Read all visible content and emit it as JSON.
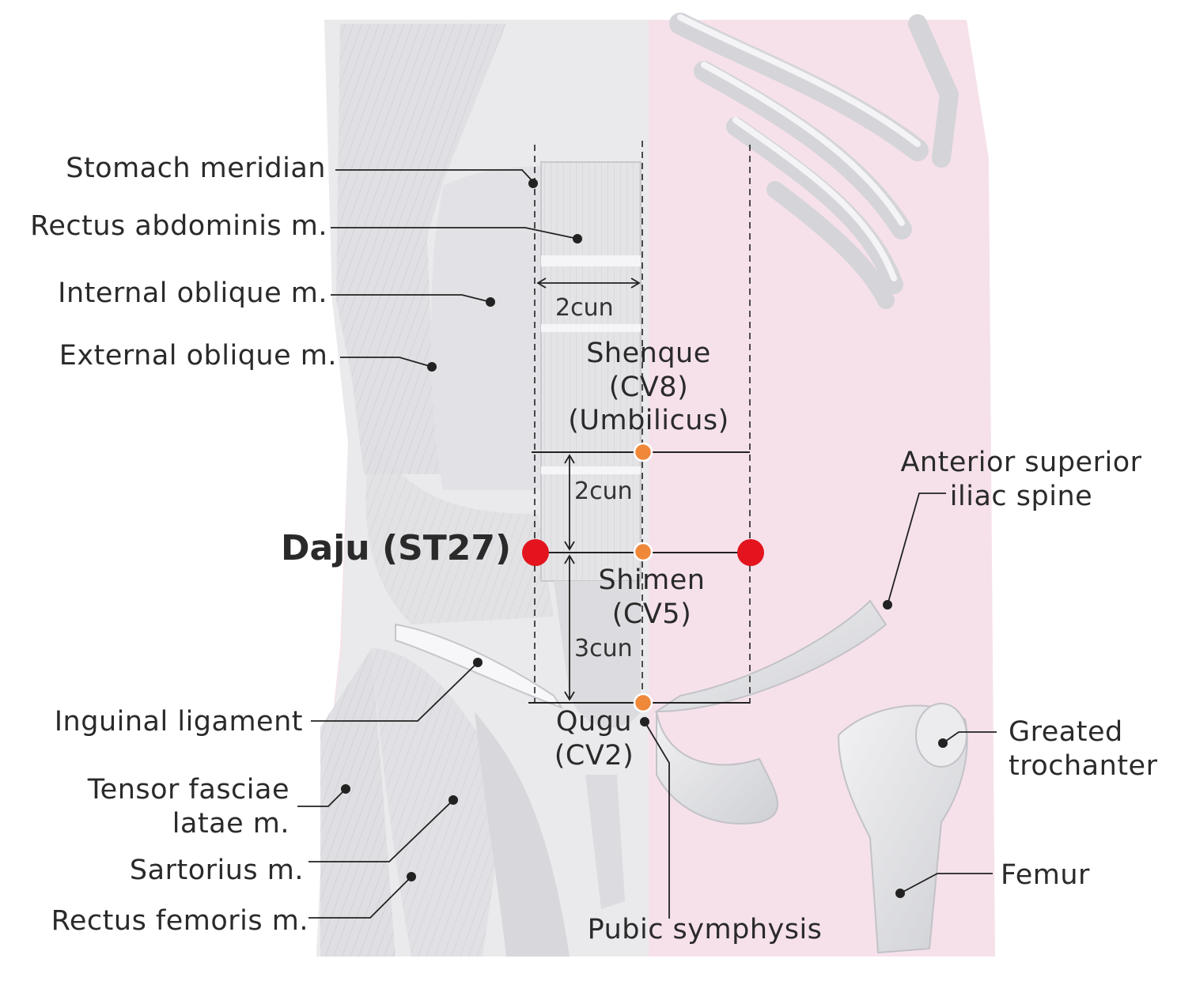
{
  "title": "Daju (ST27)",
  "colors": {
    "acupoint_red": "#e3141d",
    "reference_orange": "#f0883a",
    "skin_pink": "#f7dfe9",
    "muscle_gray": "#e6e6e8",
    "line_dark": "#222222"
  },
  "labels": {
    "stomach_meridian": "Stomach meridian",
    "rectus_abdominis": "Rectus abdominis m.",
    "internal_oblique": "Internal oblique m.",
    "external_oblique": "External oblique m.",
    "inguinal_ligament": "Inguinal ligament",
    "tensor_line1": "Tensor fasciae",
    "tensor_line2": "latae m.",
    "sartorius": "Sartorius m.",
    "rectus_femoris": "Rectus femoris m.",
    "asis_line1": "Anterior superior",
    "asis_line2": "iliac spine",
    "greater_troch_line1": "Greated",
    "greater_troch_line2": "trochanter",
    "femur": "Femur",
    "pubic_symphysis": "Pubic symphysis"
  },
  "points": {
    "shenque_line1": "Shenque",
    "shenque_line2": "(CV8)",
    "shenque_line3": "(Umbilicus)",
    "shimen_line1": "Shimen",
    "shimen_line2": "(CV5)",
    "qugu_line1": "Qugu",
    "qugu_line2": "(CV2)"
  },
  "measurements": {
    "width": "2cun",
    "upper": "2cun",
    "lower": "3cun"
  }
}
